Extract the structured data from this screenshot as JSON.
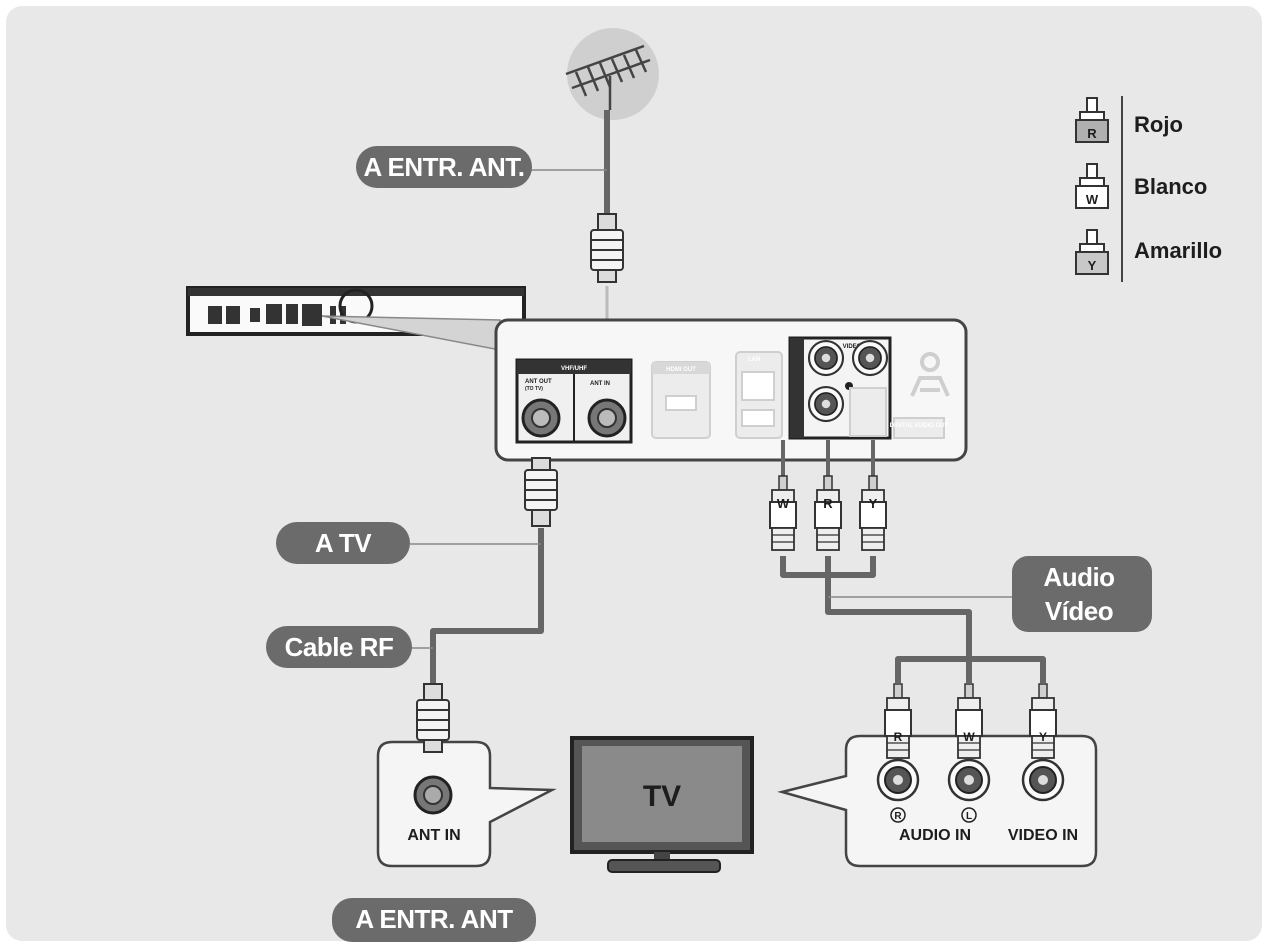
{
  "labels": {
    "to_ant_in_top": "A ENTR. ANT.",
    "to_tv": "A TV",
    "rf_cable": "Cable RF",
    "audio_video_1": "Audio",
    "audio_video_2": "Vídeo",
    "to_ant_in_bottom": "A ENTR. ANT"
  },
  "legend": {
    "items": [
      {
        "letter": "R",
        "label": "Rojo"
      },
      {
        "letter": "W",
        "label": "Blanco"
      },
      {
        "letter": "Y",
        "label": "Amarillo"
      }
    ]
  },
  "player_panel": {
    "vhf_uhf": "VHF/UHF",
    "ant_out": "ANT OUT",
    "ant_out_sub": "(TO TV)",
    "ant_in": "ANT IN",
    "hdmi_out": "HDMI OUT",
    "lan": "LAN",
    "video": "VIDEO",
    "digital_audio_out": "DIGITAL AUDIO OUT"
  },
  "plugs": {
    "white": "W",
    "red": "R",
    "yellow": "Y"
  },
  "tv": {
    "label": "TV"
  },
  "tv_ant_panel": {
    "ant_in": "ANT IN"
  },
  "tv_av_panel": {
    "right_mark": "R",
    "left_mark": "L",
    "audio_in": "AUDIO IN",
    "video_in": "VIDEO IN"
  },
  "colors": {
    "background": "#e8e8e8",
    "label_fill": "#6b6b6b",
    "cable": "#666666"
  }
}
